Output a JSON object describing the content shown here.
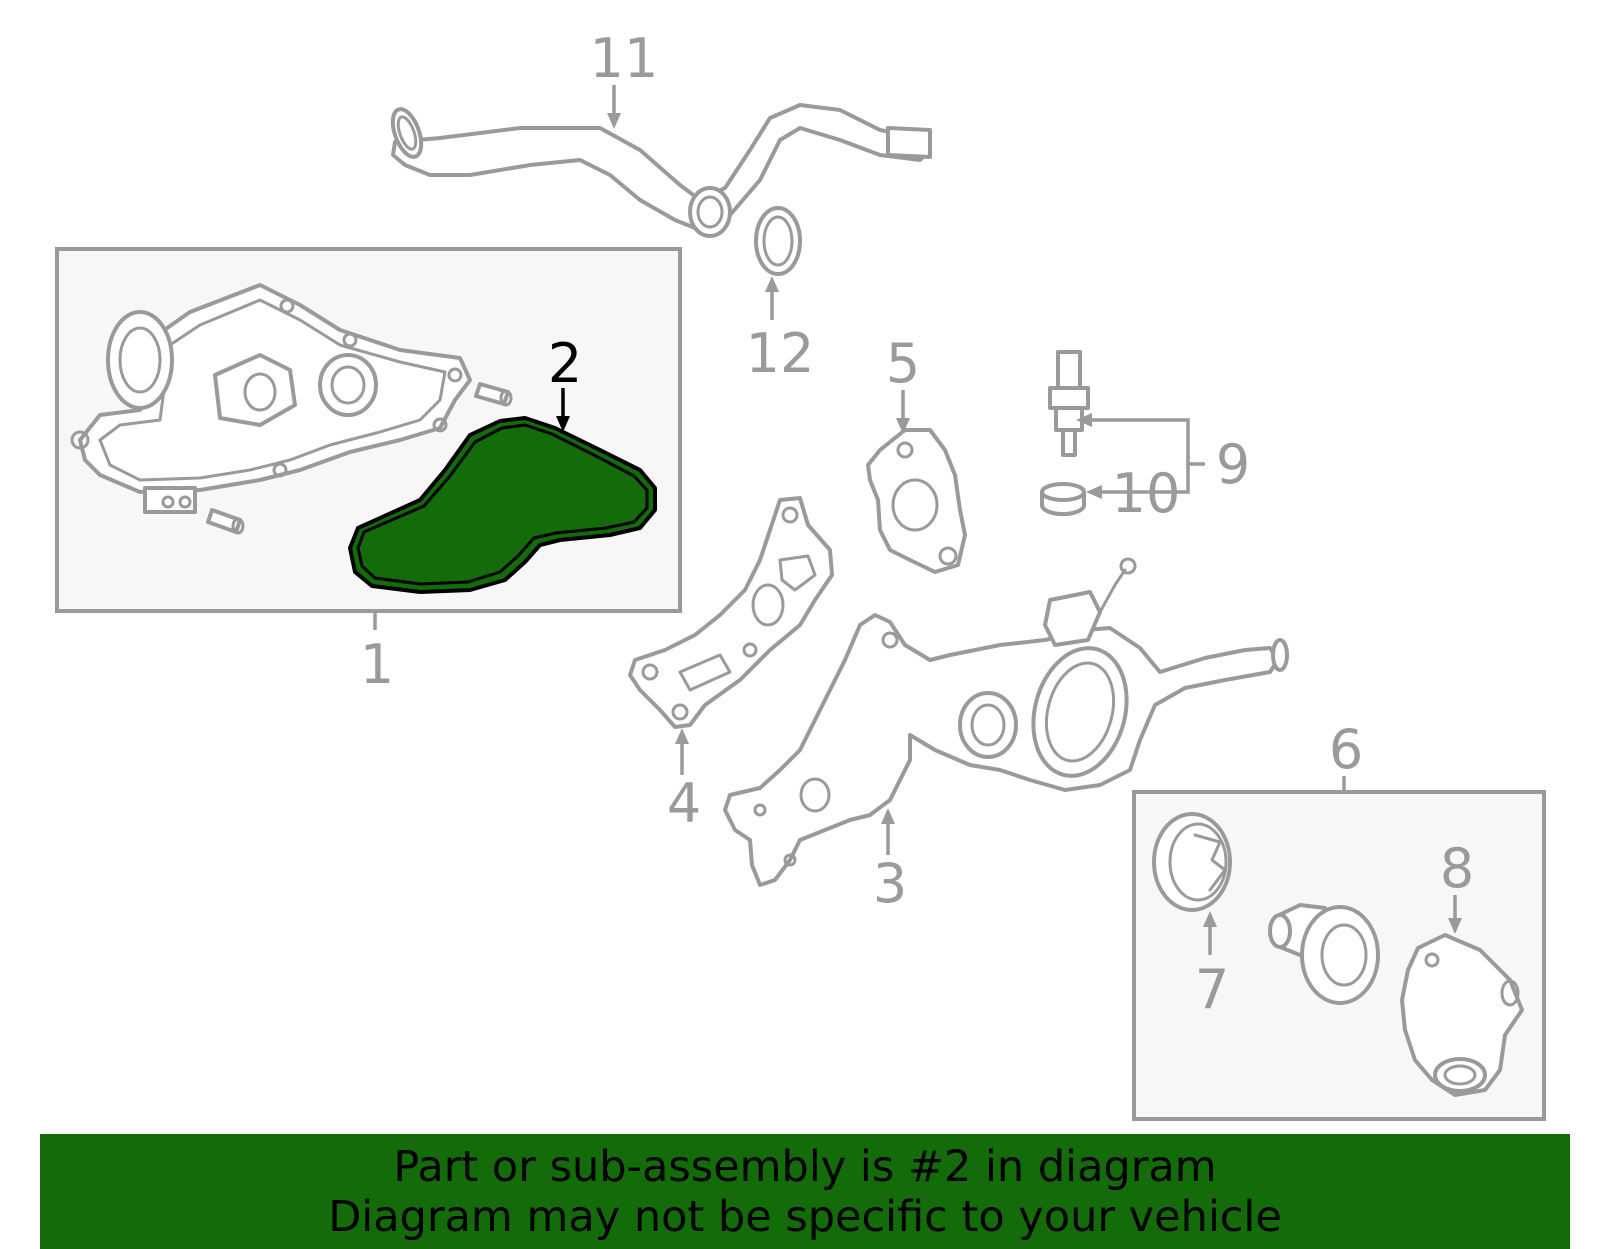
{
  "callouts": {
    "c1": "1",
    "c2": "2",
    "c3": "3",
    "c4": "4",
    "c5": "5",
    "c6": "6",
    "c7": "7",
    "c8": "8",
    "c9": "9",
    "c10": "10",
    "c11": "11",
    "c12": "12"
  },
  "highlighted_part": "2",
  "colors": {
    "highlight_fill": "#146b09",
    "banner_background": "#146b09",
    "line_gray": "#9a9a9a",
    "box_fill": "#f7f7f7"
  },
  "banner": {
    "line1": "Part or sub-assembly is #2 in diagram",
    "line2": "Diagram may not be specific to your vehicle"
  }
}
